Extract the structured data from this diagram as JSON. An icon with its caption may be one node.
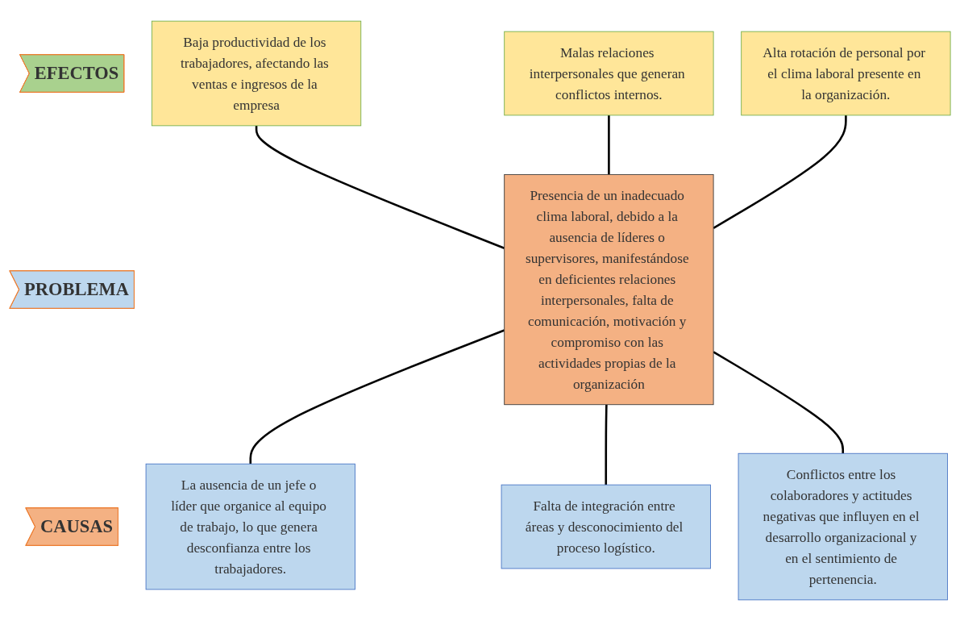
{
  "diagram": {
    "nodes": [
      {
        "text": [
          "EFECTOS"
        ]
      },
      {
        "text": [
          "Baja productividad de los trabajadores, afectando las ventas e ingresos de la empresa"
        ]
      },
      {
        "text": [
          "Malas relaciones interpersonales que generan conflictos internos."
        ]
      },
      {
        "text": [
          "Alta rotación de personal por el clima laboral presente en la organización."
        ]
      },
      {
        "text": [
          "PROBLEMA"
        ]
      },
      {
        "text": [
          "Presencia de un inadecuado clima laboral, debido a la ausencia de líderes o supervisores, manifestándose en deficientes relaciones interpersonales, falta de comunicación, motivación y compromiso con las actividades propias de la organización"
        ]
      },
      {
        "text": [
          "CAUSAS"
        ]
      },
      {
        "text": [
          "La ausencia de un jefe o líder que organice al equipo de trabajo, lo que genera desconfianza entre los trabajadores."
        ]
      },
      {
        "text": [
          "Falta de integración entre áreas y desconocimiento del proceso logístico."
        ]
      },
      {
        "text": [
          "Conflictos entre los colaboradores y actitudes negativas que influyen en el desarrollo organizacional y en el sentimiento de pertenencia."
        ]
      }
    ],
    "edges": [
      {
        "from": 1,
        "to": 5,
        "arrow": "none"
      },
      {
        "from": 2,
        "to": 5,
        "arrow": "none"
      },
      {
        "from": 3,
        "to": 5,
        "arrow": "none"
      },
      {
        "from": 5,
        "to": 7,
        "arrow": "none"
      },
      {
        "from": 5,
        "to": 8,
        "arrow": "none"
      },
      {
        "from": 5,
        "to": 9,
        "arrow": "none"
      }
    ]
  }
}
